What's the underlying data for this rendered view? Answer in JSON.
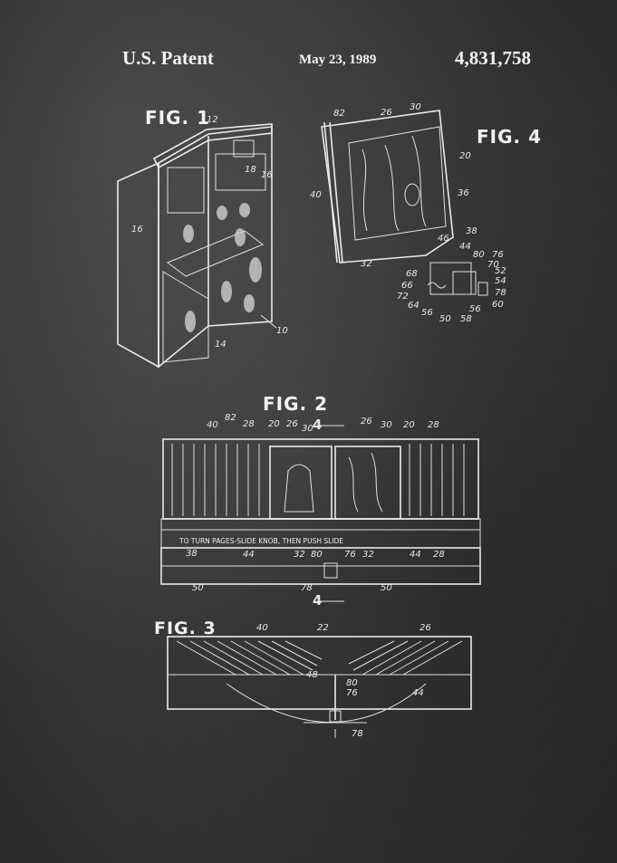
{
  "header": {
    "left": "U.S. Patent",
    "date": "May 23, 1989",
    "number": "4,831,758"
  },
  "figures": {
    "fig1": {
      "label": "FIG. 1",
      "refs": [
        "12",
        "18",
        "16",
        "16",
        "14",
        "10"
      ]
    },
    "fig4": {
      "label": "FIG. 4",
      "refs": [
        "82",
        "26",
        "30",
        "20",
        "40",
        "36",
        "38",
        "46",
        "44",
        "32",
        "80",
        "76",
        "70",
        "52",
        "68",
        "54",
        "66",
        "78",
        "72",
        "64",
        "60",
        "56",
        "50",
        "58",
        "56"
      ]
    },
    "fig2": {
      "label": "FIG. 2",
      "section_mark": "4",
      "caption": "TO TURN PAGES-SLIDE KNOB, THEN PUSH SLIDE",
      "refs": [
        "40",
        "82",
        "28",
        "20",
        "26",
        "30",
        "26",
        "30",
        "20",
        "28",
        "38",
        "44",
        "32",
        "80",
        "76",
        "32",
        "44",
        "28",
        "50",
        "78",
        "50"
      ]
    },
    "fig3": {
      "label": "FIG. 3",
      "refs": [
        "40",
        "22",
        "26",
        "48",
        "80",
        "76",
        "44",
        "78"
      ]
    }
  },
  "colors": {
    "background": "#3a3a3a",
    "ink": "#e9e9e9"
  }
}
